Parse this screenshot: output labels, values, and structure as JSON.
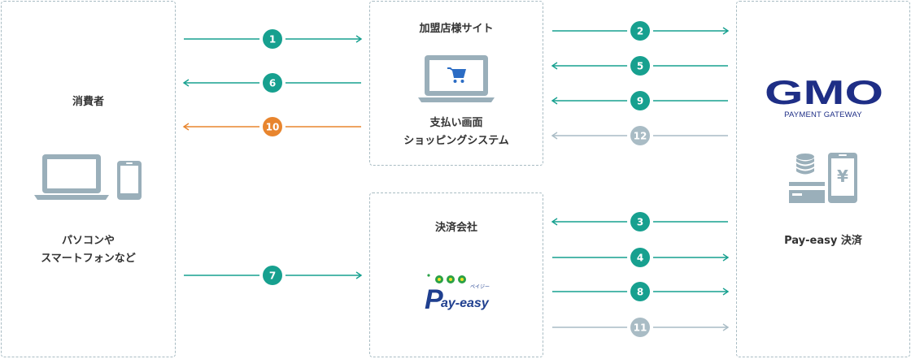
{
  "consumer": {
    "title": "消費者",
    "devices_line1": "パソコンや",
    "devices_line2": "スマートフォンなど"
  },
  "merchant": {
    "title": "加盟店様サイト",
    "system_line1": "支払い画面",
    "system_line2": "ショッピングシステム"
  },
  "settlement": {
    "title": "決済会社",
    "logo_kana": "ペイジー",
    "logo_text": "ay-easy",
    "logo_letter": "P"
  },
  "gateway": {
    "logo_text": "GMO",
    "logo_sub": "PAYMENT GATEWAY",
    "caption": "Pay-easy 決済",
    "yen_symbol": "¥"
  },
  "colors": {
    "teal": "#17a08f",
    "orange": "#e8852e",
    "gray": "#a9bcc5",
    "icon_gray": "#9aafba",
    "gmo_blue": "#1e2e86",
    "cart_blue": "#2b6cc4"
  },
  "steps": [
    {
      "label": "1",
      "from": "consumer",
      "to": "merchant",
      "color": "teal"
    },
    {
      "label": "6",
      "from": "merchant",
      "to": "consumer",
      "color": "teal"
    },
    {
      "label": "10",
      "from": "merchant",
      "to": "consumer",
      "color": "orange"
    },
    {
      "label": "7",
      "from": "consumer",
      "to": "settlement",
      "color": "teal"
    },
    {
      "label": "2",
      "from": "merchant",
      "to": "gateway",
      "color": "teal"
    },
    {
      "label": "5",
      "from": "gateway",
      "to": "merchant",
      "color": "teal"
    },
    {
      "label": "9",
      "from": "gateway",
      "to": "merchant",
      "color": "teal"
    },
    {
      "label": "12",
      "from": "gateway",
      "to": "merchant",
      "color": "gray"
    },
    {
      "label": "3",
      "from": "gateway",
      "to": "settlement",
      "color": "teal"
    },
    {
      "label": "4",
      "from": "settlement",
      "to": "gateway",
      "color": "teal"
    },
    {
      "label": "8",
      "from": "settlement",
      "to": "gateway",
      "color": "teal"
    },
    {
      "label": "11",
      "from": "settlement",
      "to": "gateway",
      "color": "gray"
    }
  ]
}
